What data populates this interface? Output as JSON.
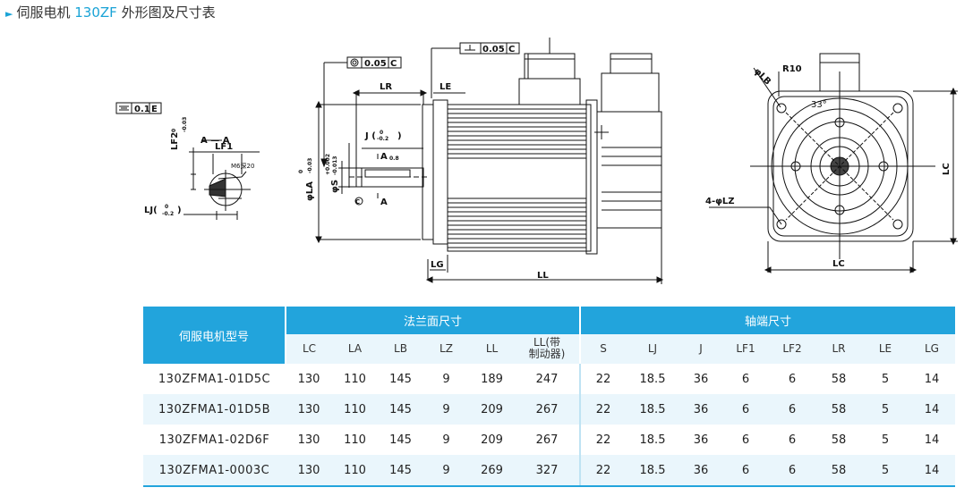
{
  "title": {
    "prefix": "伺服电机 ",
    "highlight": "130ZF",
    "suffix": " 外形图及尺寸表"
  },
  "drawing_labels": {
    "flatness_tol": "0.1",
    "flatness_datum": "E",
    "lf2": "LF2",
    "lf2_tol_upper": "0",
    "lf2_tol_lower": "-0.03",
    "section": "A — A",
    "lf1": "LF1",
    "thread": "M6深20",
    "lj": "LJ(",
    "lj_tol_upper": "0",
    "lj_tol_lower": "-0.2",
    "lj_close": ")",
    "runout_tol": "0.05",
    "runout_datum": "C",
    "perp_tol": "0.05",
    "perp_datum": "C",
    "lr": "LR",
    "le": "LE",
    "j": "J (",
    "j_tol_upper": "0",
    "j_tol_lower": "-0.2",
    "j_close": ")",
    "a_mark": "A",
    "a_mark2": "A",
    "key_tol": "0.8",
    "la": "φLA",
    "la_tol_upper": "0",
    "la_tol_lower": "-0.03",
    "s": "φS",
    "s_tol_upper": "+0.002",
    "s_tol_lower": "-0.013",
    "datum_c": "C",
    "lg": "LG",
    "ll": "LL",
    "lb": "φLB",
    "r10": "R10",
    "angle": "33°",
    "lz": "4-φLZ",
    "lc_side": "LC",
    "lc_bottom": "LC"
  },
  "table": {
    "model_header": "伺服电机型号",
    "group_flange": "法兰面尺寸",
    "group_shaft": "轴端尺寸",
    "columns": [
      "LC",
      "LA",
      "LB",
      "LZ",
      "LL",
      "LL(带\n制动器)",
      "S",
      "LJ",
      "J",
      "LF1",
      "LF2",
      "LR",
      "LE",
      "LG"
    ],
    "rows": [
      {
        "model": "130ZFMA1-01D5C",
        "values": [
          "130",
          "110",
          "145",
          "9",
          "189",
          "247",
          "22",
          "18.5",
          "36",
          "6",
          "6",
          "58",
          "5",
          "14"
        ]
      },
      {
        "model": "130ZFMA1-01D5B",
        "values": [
          "130",
          "110",
          "145",
          "9",
          "209",
          "267",
          "22",
          "18.5",
          "36",
          "6",
          "6",
          "58",
          "5",
          "14"
        ]
      },
      {
        "model": "130ZFMA1-02D6F",
        "values": [
          "130",
          "110",
          "145",
          "9",
          "209",
          "267",
          "22",
          "18.5",
          "36",
          "6",
          "6",
          "58",
          "5",
          "14"
        ]
      },
      {
        "model": "130ZFMA1-0003C",
        "values": [
          "130",
          "110",
          "145",
          "9",
          "269",
          "327",
          "22",
          "18.5",
          "36",
          "6",
          "6",
          "58",
          "5",
          "14"
        ]
      }
    ]
  }
}
